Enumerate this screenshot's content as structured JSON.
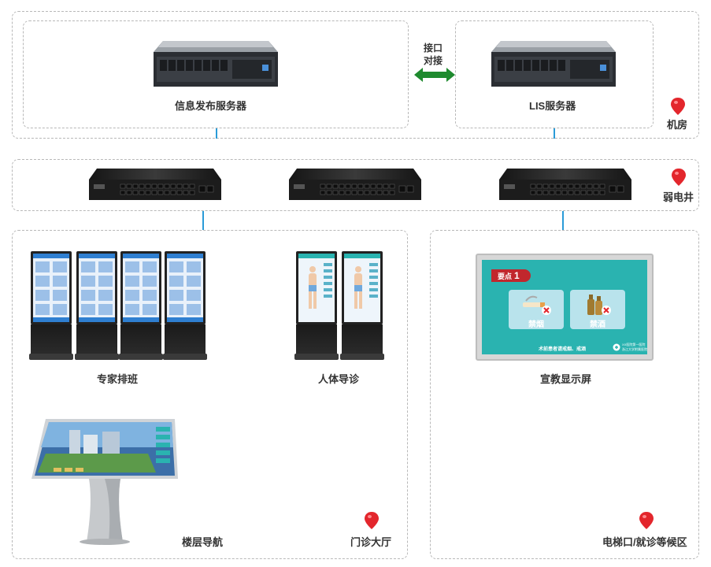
{
  "server_room": {
    "publish_server_label": "信息发布服务器",
    "lis_server_label": "LIS服务器",
    "interface_label_line1": "接口",
    "interface_label_line2": "对接",
    "location": "机房"
  },
  "weak_current": {
    "location": "弱电井"
  },
  "lobby": {
    "expert_schedule_label": "专家排班",
    "body_guide_label": "人体导诊",
    "floor_nav_label": "楼层导航",
    "location": "门诊大厅"
  },
  "waiting_area": {
    "display_label": "宣教显示屏",
    "location": "电梯口/就诊等候区",
    "screen": {
      "tag": "要点",
      "tag_number": "1",
      "card1": "禁烟",
      "card2": "禁酒",
      "caption": "术前患者请戒烟、戒酒",
      "logo_line1": "XX医院第一医院",
      "logo_line2": "浙江大学附属医院"
    }
  },
  "colors": {
    "connector": "#2a9bd8",
    "arrow": "#1e8a2e",
    "pin": "#e3262c",
    "zone_border": "#b8b8b8"
  }
}
